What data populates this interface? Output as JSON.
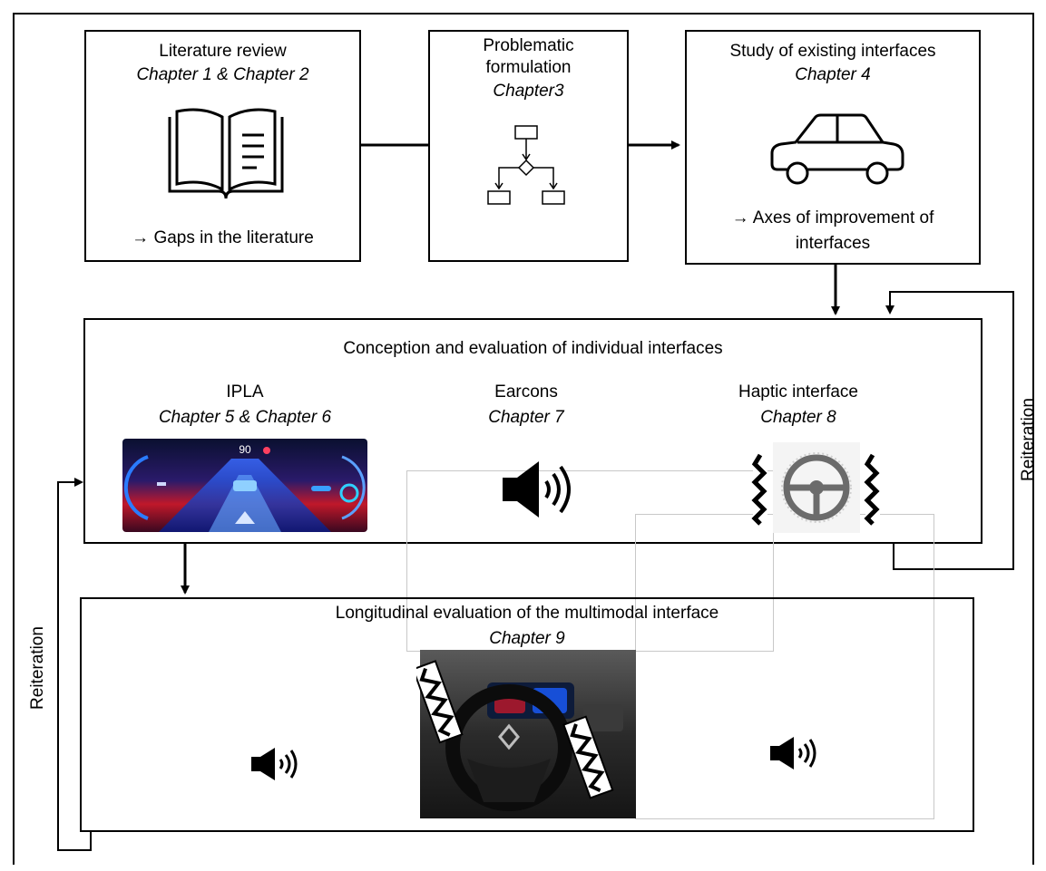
{
  "boxes": {
    "literature": {
      "title": "Literature review",
      "subtitle": "Chapter 1 & Chapter 2",
      "note": "→ Gaps in the literature",
      "icon": "open-book-icon"
    },
    "problematic": {
      "title_line1": "Problematic",
      "title_line2": "formulation",
      "subtitle": "Chapter3",
      "icon": "flowchart-icon"
    },
    "existing": {
      "title": "Study of existing interfaces",
      "subtitle": "Chapter 4",
      "note_line1": "→ Axes of improvement of",
      "note_line2": "interfaces",
      "icon": "car-icon"
    },
    "conception": {
      "title": "Conception and evaluation of individual interfaces",
      "items": [
        {
          "title": "IPLA",
          "subtitle": "Chapter 5 & Chapter 6",
          "icon": "dashboard-display-image"
        },
        {
          "title": "Earcons",
          "subtitle": "Chapter 7",
          "icon": "speaker-icon"
        },
        {
          "title": "Haptic interface",
          "subtitle": "Chapter 8",
          "icon": "steering-wheel-icon"
        }
      ],
      "dashboard_speed": "90"
    },
    "longitudinal": {
      "title": "Longitudinal evaluation of the multimodal interface",
      "subtitle": "Chapter 9",
      "icons": [
        "speaker-icon",
        "car-interior-image",
        "speaker-icon"
      ]
    }
  },
  "loops": {
    "right_label": "Reiteration",
    "left_label": "Reiteration"
  },
  "colors": {
    "line": "#000000",
    "dashboard_blue": "#1a3cff",
    "dashboard_red": "#d91a2a",
    "wheel_gray": "#6b6b6b"
  }
}
